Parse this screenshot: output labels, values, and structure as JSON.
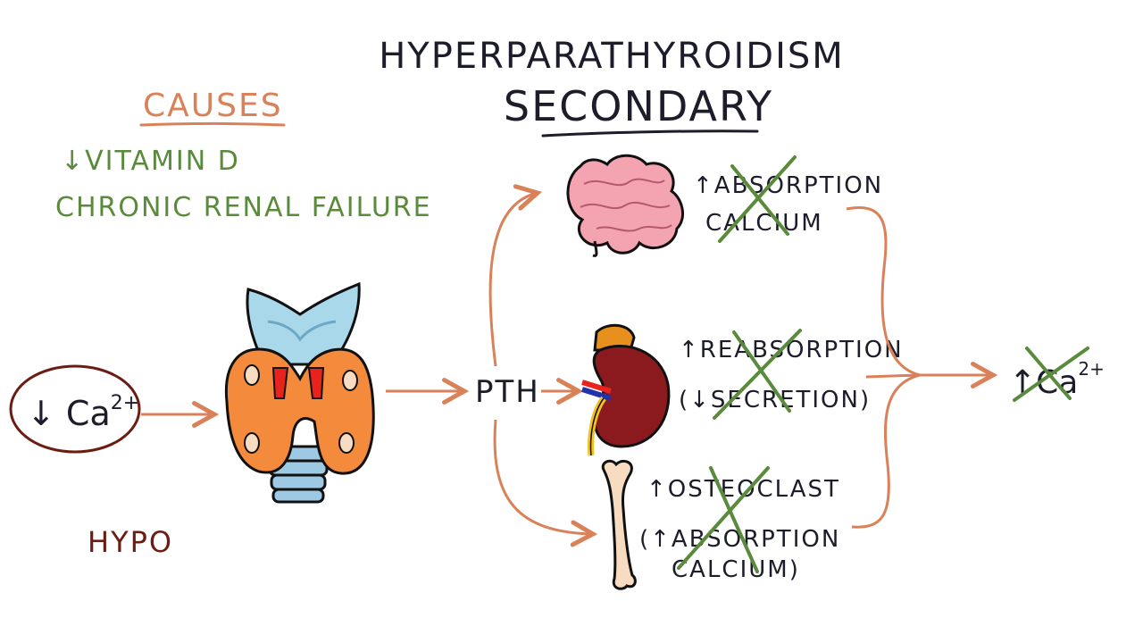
{
  "title": {
    "line1": "HYPERPARATHYROIDISM",
    "line2": "SECONDARY"
  },
  "causes": {
    "heading": "CAUSES",
    "items": [
      "↓VITAMIN  D",
      "CHRONIC RENAL FAILURE"
    ]
  },
  "left": {
    "trigger": "↓ Ca",
    "trigger_sup": "2+",
    "hypo_label": "HYPO"
  },
  "center": {
    "hormone": "PTH"
  },
  "effects": {
    "gut": {
      "line1": "↑ABSORPTION",
      "line2": "CALCIUM",
      "crossed": true
    },
    "kidney": {
      "line1": "↑REABSORPTION",
      "line2": "(↓SECRETION)",
      "crossed": true
    },
    "bone": {
      "line1": "↑OSTEOCLAST",
      "line2": "(↑ABSORPTION",
      "line3": "CALCIUM)",
      "crossed": true
    }
  },
  "result": {
    "arrow": "↑",
    "text": "Ca",
    "sup": "2+",
    "crossed": true
  },
  "colors": {
    "ink": "#1c1c2a",
    "causes": "#d9825a",
    "green": "#5a8a3c",
    "arrow": "#d9825a",
    "circle": "#6b1d14",
    "hypo": "#6b1d14",
    "thyroid": "#f38a3c",
    "cartilage": "#a8d8ea",
    "parathyroid": "#e8221c",
    "trachea": "#9ec9e2",
    "intestine": "#f4a3b1",
    "kidney": "#8b1a1e",
    "adrenal": "#e8901e",
    "bone": "#f7dcc1"
  }
}
